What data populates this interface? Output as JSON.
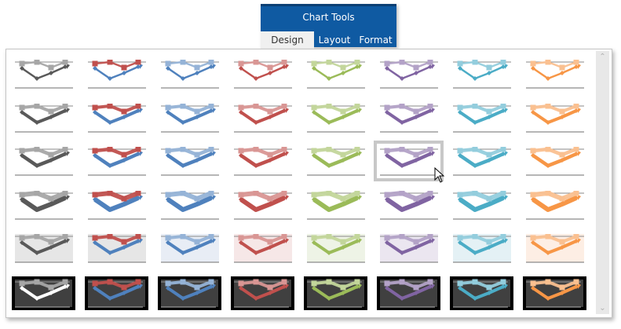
{
  "ribbon": {
    "title": "Chart Tools",
    "tabs": [
      {
        "label": "Design",
        "active": true
      },
      {
        "label": "Layout",
        "active": false
      },
      {
        "label": "Format",
        "active": false
      }
    ],
    "color": "#0f5aa2"
  },
  "gallery": {
    "columns": [
      {
        "light": "#a6a6a6",
        "main": "#595959",
        "tint": "#e6e6e6"
      },
      {
        "light": "#c0504d",
        "main": "#4f81bd",
        "tint": "#e6e6e6"
      },
      {
        "light": "#95b3d7",
        "main": "#4f81bd",
        "tint": "#e8edf5"
      },
      {
        "light": "#d99694",
        "main": "#c0504d",
        "tint": "#f6e7e7"
      },
      {
        "light": "#c3d69b",
        "main": "#9bbb59",
        "tint": "#eef3e6"
      },
      {
        "light": "#b3a2c7",
        "main": "#8064a2",
        "tint": "#ebe6f0"
      },
      {
        "light": "#93cddd",
        "main": "#4bacc6",
        "tint": "#e4f1f5"
      },
      {
        "light": "#fac090",
        "main": "#f79646",
        "tint": "#fdeee4"
      }
    ],
    "row_count": 6,
    "selected": {
      "row": 3,
      "column": 6
    },
    "scrollbar": {
      "up_icon": "chevron-up-icon",
      "down_icon": "chevron-down-icon"
    }
  }
}
